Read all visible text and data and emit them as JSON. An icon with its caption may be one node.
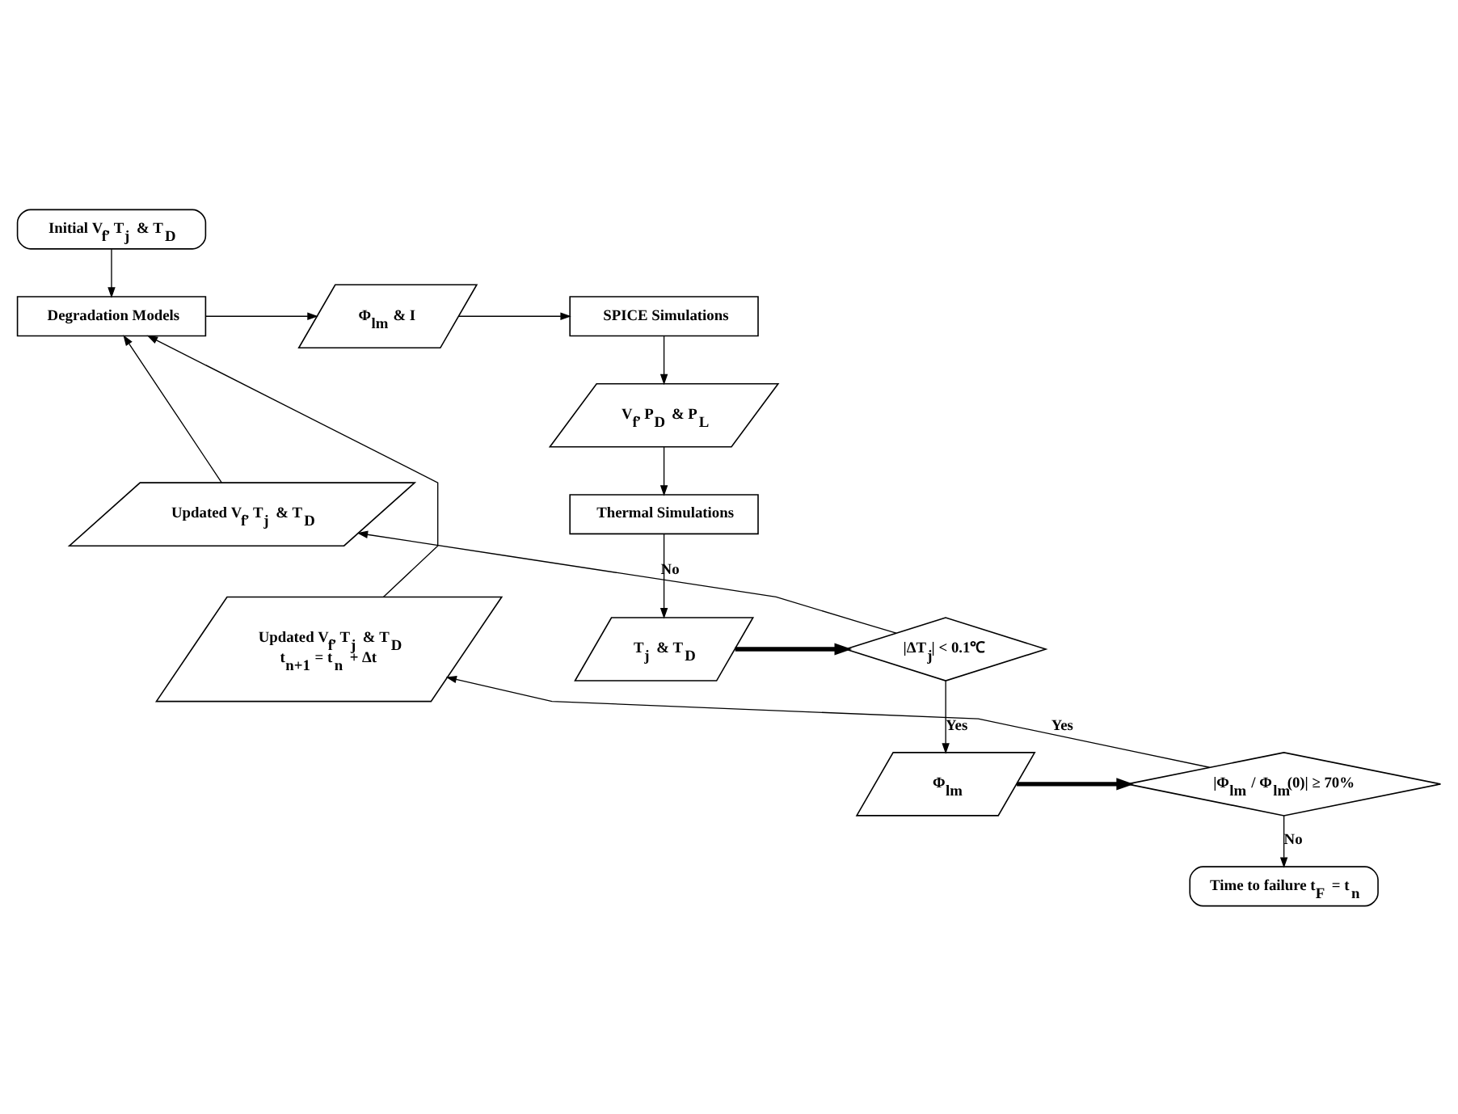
{
  "diagram": {
    "nodes": [
      {
        "text": [
          "Initial V$_{f}$, T$_{j}$ & T$_{D}$"
        ]
      },
      {
        "text": [
          "Degradation Models"
        ]
      },
      {
        "text": [
          "Φ$_{lm}$ & I"
        ]
      },
      {
        "text": [
          "SPICE Simulations"
        ]
      },
      {
        "text": [
          "V$_{f}$, P$_{D}$ & P$_{L}$"
        ]
      },
      {
        "text": [
          "Thermal Simulations"
        ]
      },
      {
        "text": [
          "T$_{j}$ & T$_{D}$"
        ]
      },
      {
        "text": [
          "|ΔT$_{j}$| < 0.1℃"
        ]
      },
      {
        "text": [
          "Updated V$_{f}$, T$_{j}$ & T$_{D}$"
        ]
      },
      {
        "text": [
          "Φ$_{lm}$"
        ]
      },
      {
        "text": [
          "|Φ$_{lm}$ / Φ$_{lm}$(0)| ≥ 70%"
        ]
      },
      {
        "text": [
          "Updated V$_{f}$, T$_{j}$ & T$_{D}$",
          "t$_{n+1}$ = t$_{n}$ + Δt"
        ]
      },
      {
        "text": [
          "Time to failure t$_{F}$ = t$_{n}$"
        ]
      }
    ],
    "edges": [
      {
        "from": 0,
        "to": 1,
        "arrow": "to"
      },
      {
        "from": 1,
        "to": 2,
        "arrow": "to"
      },
      {
        "from": 2,
        "to": 3,
        "arrow": "to"
      },
      {
        "from": 3,
        "to": 4,
        "arrow": "to"
      },
      {
        "from": 4,
        "to": 5,
        "arrow": "to"
      },
      {
        "from": 5,
        "to": 6,
        "arrow": "to"
      },
      {
        "from": 6,
        "to": 7,
        "arrow": "to",
        "style": "thick"
      },
      {
        "from": 7,
        "to": 8,
        "arrow": "to",
        "label": "No"
      },
      {
        "from": 8,
        "to": 1,
        "arrow": "to"
      },
      {
        "from": 7,
        "to": 9,
        "arrow": "to",
        "label": "Yes"
      },
      {
        "from": 9,
        "to": 10,
        "arrow": "to",
        "style": "thick"
      },
      {
        "from": 10,
        "to": 11,
        "arrow": "to",
        "label": "Yes"
      },
      {
        "from": 11,
        "to": 1,
        "arrow": "to"
      },
      {
        "from": 10,
        "to": 12,
        "arrow": "to",
        "label": "No"
      }
    ]
  }
}
